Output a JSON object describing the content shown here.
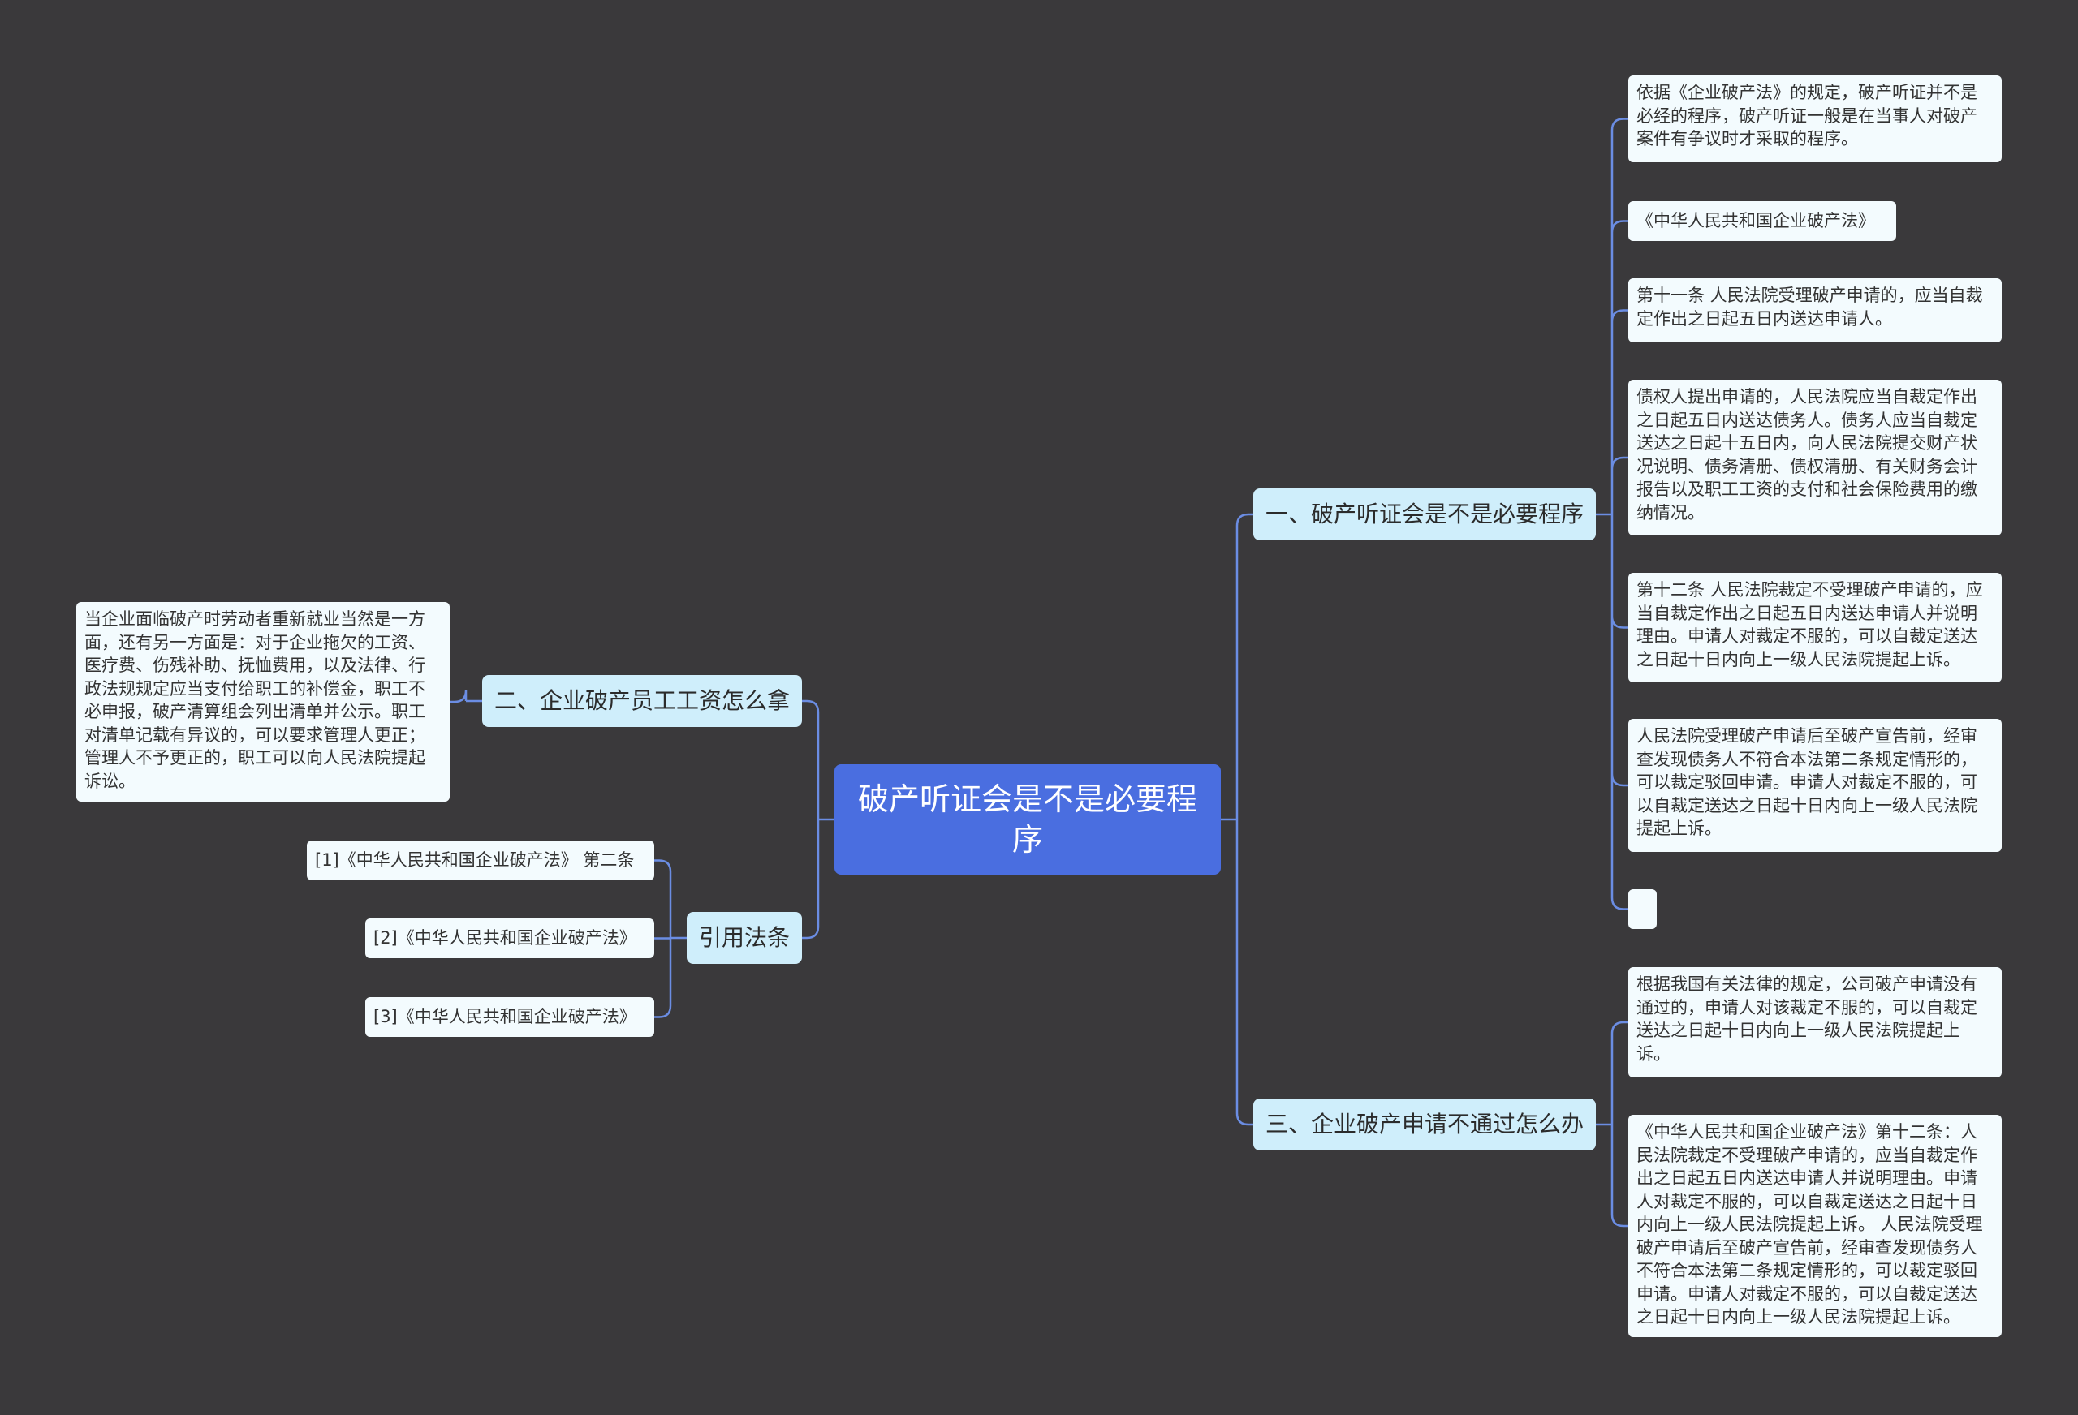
{
  "root": {
    "title": "破产听证会是不是必要程序"
  },
  "branches": {
    "b1": {
      "label": "一、破产听证会是不是必要程序",
      "leaves": [
        "依据《企业破产法》的规定，破产听证并不是必经的程序，破产听证一般是在当事人对破产案件有争议时才采取的程序。",
        "《中华人民共和国企业破产法》",
        "第十一条 人民法院受理破产申请的，应当自裁定作出之日起五日内送达申请人。",
        "债权人提出申请的，人民法院应当自裁定作出之日起五日内送达债务人。债务人应当自裁定送达之日起十五日内，向人民法院提交财产状况说明、债务清册、债权清册、有关财务会计报告以及职工工资的支付和社会保险费用的缴纳情况。",
        "第十二条 人民法院裁定不受理破产申请的，应当自裁定作出之日起五日内送达申请人并说明理由。申请人对裁定不服的，可以自裁定送达之日起十日内向上一级人民法院提起上诉。",
        "人民法院受理破产申请后至破产宣告前，经审查发现债务人不符合本法第二条规定情形的，可以裁定驳回申请。申请人对裁定不服的，可以自裁定送达之日起十日内向上一级人民法院提起上诉。",
        ""
      ]
    },
    "b2": {
      "label": "二、企业破产员工工资怎么拿",
      "leaves": [
        "当企业面临破产时劳动者重新就业当然是一方面，还有另一方面是：对于企业拖欠的工资、医疗费、伤残补助、抚恤费用，以及法律、行政法规规定应当支付给职工的补偿金，职工不必申报，破产清算组会列出清单并公示。职工对清单记载有异议的，可以要求管理人更正；管理人不予更正的，职工可以向人民法院提起诉讼。"
      ]
    },
    "b3": {
      "label": "三、企业破产申请不通过怎么办",
      "leaves": [
        "根据我国有关法律的规定，公司破产申请没有通过的，申请人对该裁定不服的，可以自裁定送达之日起十日内向上一级人民法院提起上诉。",
        "《中华人民共和国企业破产法》第十二条：人民法院裁定不受理破产申请的，应当自裁定作出之日起五日内送达申请人并说明理由。申请人对裁定不服的，可以自裁定送达之日起十日内向上一级人民法院提起上诉。 人民法院受理破产申请后至破产宣告前，经审查发现债务人不符合本法第二条规定情形的，可以裁定驳回申请。申请人对裁定不服的，可以自裁定送达之日起十日内向上一级人民法院提起上诉。"
      ]
    },
    "b4": {
      "label": "引用法条",
      "leaves": [
        "[1]《中华人民共和国企业破产法》 第二条",
        "[2]《中华人民共和国企业破产法》",
        "[3]《中华人民共和国企业破产法》"
      ]
    }
  },
  "colors": {
    "background": "#3a393b",
    "root": "#4a6ee0",
    "branch": "#cfeefb",
    "leaf": "#f3fbfe",
    "line": "#6b8de3"
  }
}
